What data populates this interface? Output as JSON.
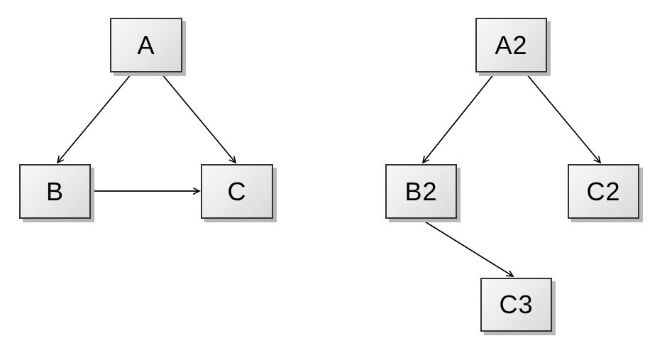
{
  "page": {
    "background_color": "#ffffff"
  },
  "diagram": {
    "style": {
      "node_fill_start": "#f8f8f8",
      "node_fill_end": "#d9d9d9",
      "node_border_color": "#333333",
      "node_shadow_color": "#b8b8b8",
      "edge_color": "#000000",
      "label_color": "#000000"
    },
    "left_graph": {
      "nodes": [
        {
          "id": "A",
          "label": "A"
        },
        {
          "id": "B",
          "label": "B"
        },
        {
          "id": "C",
          "label": "C"
        }
      ],
      "edges": [
        {
          "from": "A",
          "to": "B"
        },
        {
          "from": "A",
          "to": "C"
        },
        {
          "from": "B",
          "to": "C"
        }
      ]
    },
    "right_graph": {
      "nodes": [
        {
          "id": "A2",
          "label": "A2"
        },
        {
          "id": "B2",
          "label": "B2"
        },
        {
          "id": "C2",
          "label": "C2"
        },
        {
          "id": "C3",
          "label": "C3"
        }
      ],
      "edges": [
        {
          "from": "A2",
          "to": "B2"
        },
        {
          "from": "A2",
          "to": "C2"
        },
        {
          "from": "B2",
          "to": "C3"
        }
      ]
    }
  }
}
